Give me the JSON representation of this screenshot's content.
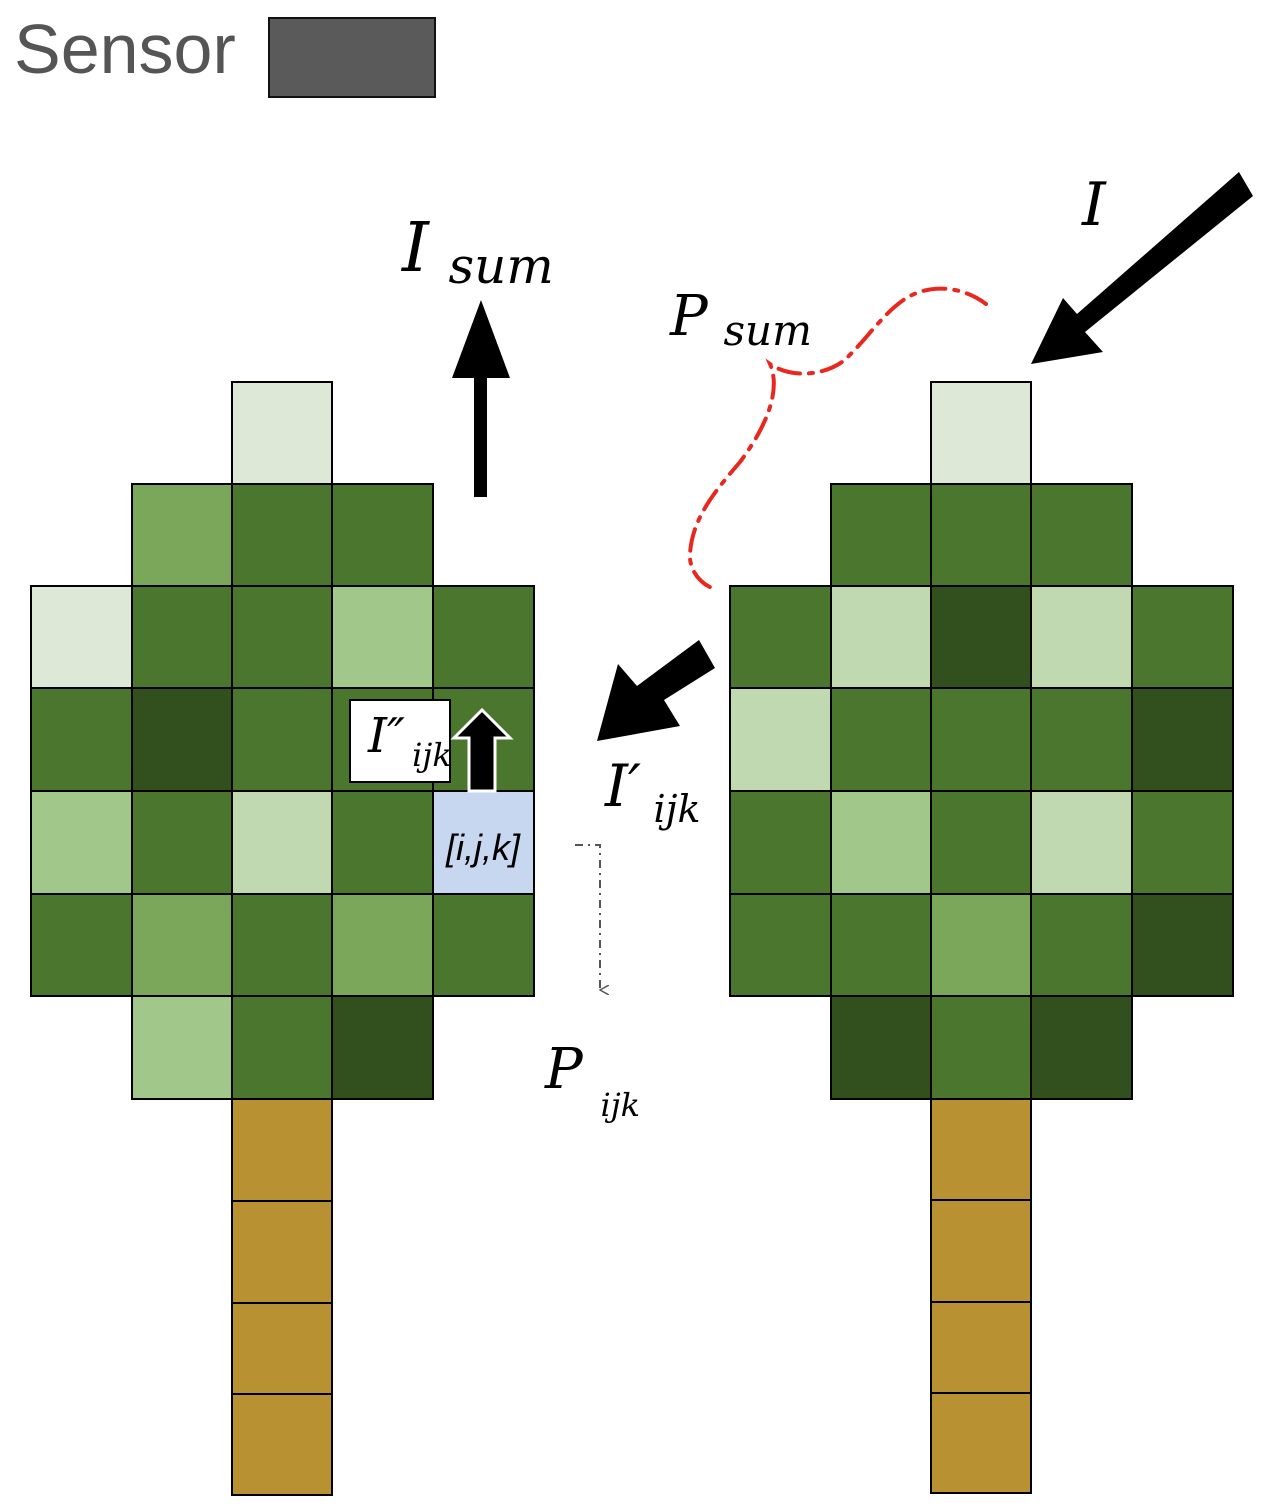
{
  "legend": {
    "label": "Sensor",
    "swatch_color": "#5a5a5a"
  },
  "colors": {
    "pale": "#dde9d6",
    "light": "#c1d9b0",
    "lightmid": "#a2c78a",
    "mid": "#7aa75a",
    "dark": "#4a772d",
    "darkest": "#324f1e",
    "trunk": "#b89232",
    "selected_voxel": "#c7d7f0",
    "path": "#e8271f"
  },
  "labels": {
    "incident": {
      "base": "I",
      "sub": ""
    },
    "sum_out": {
      "base": "I",
      "sub": "sum"
    },
    "path_sum": {
      "base": "P",
      "sub": "sum"
    },
    "voxel_in": {
      "base": "I′",
      "sub": "ijk"
    },
    "voxel_out": {
      "base": "I″",
      "sub": "ijk"
    },
    "voxel_index": "[i,j,k]",
    "voxel_path": {
      "base": "P",
      "sub": "ijk"
    }
  }
}
